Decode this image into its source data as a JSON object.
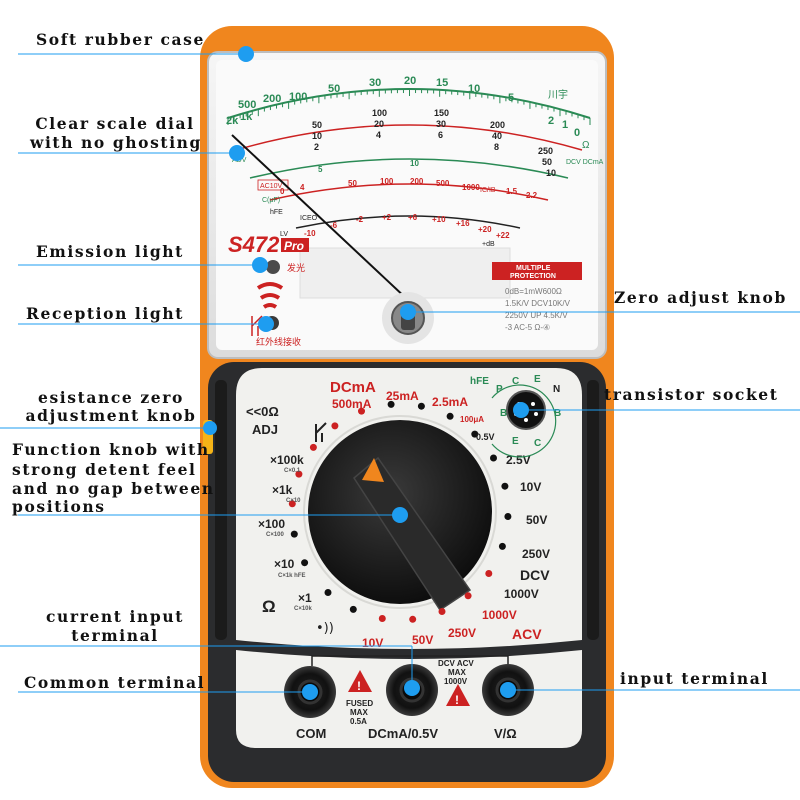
{
  "callouts": {
    "soft_rubber_case": "Soft rubber case",
    "clear_scale_line1": "Clear scale dial",
    "clear_scale_line2": "with no ghosting",
    "emission_light": "Emission light",
    "reception_light": "Reception light",
    "zero_adjust_knob": "Zero adjust knob",
    "resistance_zero_line1": "esistance zero",
    "resistance_zero_line2": "adjustment knob",
    "transistor_socket": "transistor socket",
    "function_knob_line1": "Function knob with",
    "function_knob_line2": "strong detent feel",
    "function_knob_line3": "and no gap between",
    "function_knob_line4": "positions",
    "current_input_line1": "current input",
    "current_input_line2": "terminal",
    "common_terminal": "Common terminal",
    "input_terminal": "input terminal"
  },
  "meter": {
    "scale_top": [
      "2k",
      "1k",
      "500",
      "200",
      "100",
      "50",
      "30",
      "20",
      "15",
      "10",
      "5",
      "2",
      "1",
      "0"
    ],
    "scale_mid": [
      "50",
      "10",
      "2",
      "100",
      "20",
      "4",
      "150",
      "30",
      "6",
      "200",
      "40",
      "8",
      "250",
      "50",
      "10"
    ],
    "scale_low": [
      "0",
      "5",
      "10",
      "4",
      "50",
      "100",
      "200",
      "500",
      "1000",
      "1.5",
      "2.2"
    ],
    "scale_bottom": [
      "-10",
      "-6",
      "-2",
      "+2",
      "+6",
      "+10",
      "+16",
      "+20",
      "+22"
    ],
    "scale_labels": {
      "adv": "ADV",
      "dcv_dcma": "DCV\nDCmA",
      "ac10v": "AC10V",
      "c_uf": "C(μF)",
      "hfe": "hFE",
      "lv": "LV",
      "iceo": "ICEO",
      "db": "dB",
      "plus_db": "+dB",
      "ic_ib": "IC/IB",
      "omega": "Ω"
    },
    "brand_mark": "川宇",
    "model": "S472",
    "model_suffix": "Pro",
    "emission_cn": "发光",
    "reception_cn": "红外线接收",
    "badge_line1": "MULTIPLE",
    "badge_line2": "PROTECTION",
    "spec_lines": [
      "0dB=1mW600Ω",
      "1.5K/V DCV10K/V",
      "2250V UP 4.5K/V",
      "-3 AC-5 Ω-④"
    ]
  },
  "dial": {
    "header": "DCmA",
    "adj_line1": "<<0Ω",
    "adj_line2": "ADJ",
    "left": [
      {
        "main": "×100k",
        "sub": "C×0.1"
      },
      {
        "main": "×1k",
        "sub": "C×10"
      },
      {
        "main": "×100",
        "sub": "C×100"
      },
      {
        "main": "×10",
        "sub": "C×1k\nhFE"
      },
      {
        "main": "×1",
        "sub": "C×10k"
      }
    ],
    "omega": "Ω",
    "dcma_positions": [
      "500mA",
      "25mA",
      "2.5mA",
      "100μA",
      "0.5V"
    ],
    "dcv_positions": [
      "2.5V",
      "10V",
      "50V",
      "250V",
      "1000V"
    ],
    "dcv_label": "DCV",
    "acv_positions": [
      "1000V",
      "250V",
      "50V",
      "10V"
    ],
    "acv_label": "ACV",
    "hfe": "hFE",
    "socket_letters": [
      "P",
      "C",
      "E",
      "N",
      "B",
      "B",
      "E",
      "C"
    ]
  },
  "terminals": {
    "com": "COM",
    "dcma": "DCmA/0.5V",
    "v_ohm": "V/Ω",
    "fused_line1": "FUSED",
    "fused_line2": "MAX",
    "fused_line3": "0.5A",
    "warn_line1": "DCV ACV",
    "warn_line2": "MAX",
    "warn_line3": "1000V"
  },
  "colors": {
    "case_orange": "#f0861e",
    "body_dark": "#2b2c2e",
    "panel": "#f1f1ee",
    "red_text": "#cc2222",
    "green_scale": "#2a8a55",
    "callout_dot": "#1e9df0"
  }
}
